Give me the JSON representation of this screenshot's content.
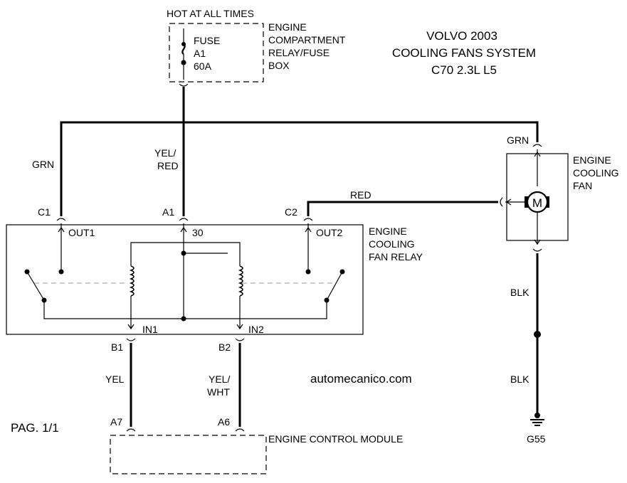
{
  "title": {
    "line1": "VOLVO 2003",
    "line2": "COOLING FANS SYSTEM",
    "line3": "C70 2.3L L5"
  },
  "page_label": "PAG. 1/1",
  "watermark": "automecanico.com",
  "fuse_box": {
    "hot_label": "HOT AT ALL TIMES",
    "fuse_lines": [
      "FUSE",
      "A1",
      "60A"
    ],
    "box_lines": [
      "ENGINE",
      "COMPARTMENT",
      "RELAY/FUSE",
      "BOX"
    ]
  },
  "relay": {
    "label_lines": [
      "ENGINE",
      "COOLING",
      "FAN RELAY"
    ],
    "pins": {
      "c1": "C1",
      "a1": "A1",
      "c2": "C2",
      "b1": "B1",
      "b2": "B2",
      "out1": "OUT1",
      "p30": "30",
      "out2": "OUT2",
      "in1": "IN1",
      "in2": "IN2"
    }
  },
  "fan": {
    "label_lines": [
      "ENGINE",
      "COOLING",
      "FAN"
    ],
    "motor_symbol": "M"
  },
  "wires": {
    "grn_left": "GRN",
    "yel_red": [
      "YEL/",
      "RED"
    ],
    "red": "RED",
    "grn_right": "GRN",
    "yel": "YEL",
    "yel_wht": [
      "YEL/",
      "WHT"
    ],
    "blk_upper": "BLK",
    "blk_lower": "BLK"
  },
  "ecm": {
    "label": "ENGINE CONTROL MODULE",
    "pin_a7": "A7",
    "pin_a6": "A6"
  },
  "ground": "G55"
}
